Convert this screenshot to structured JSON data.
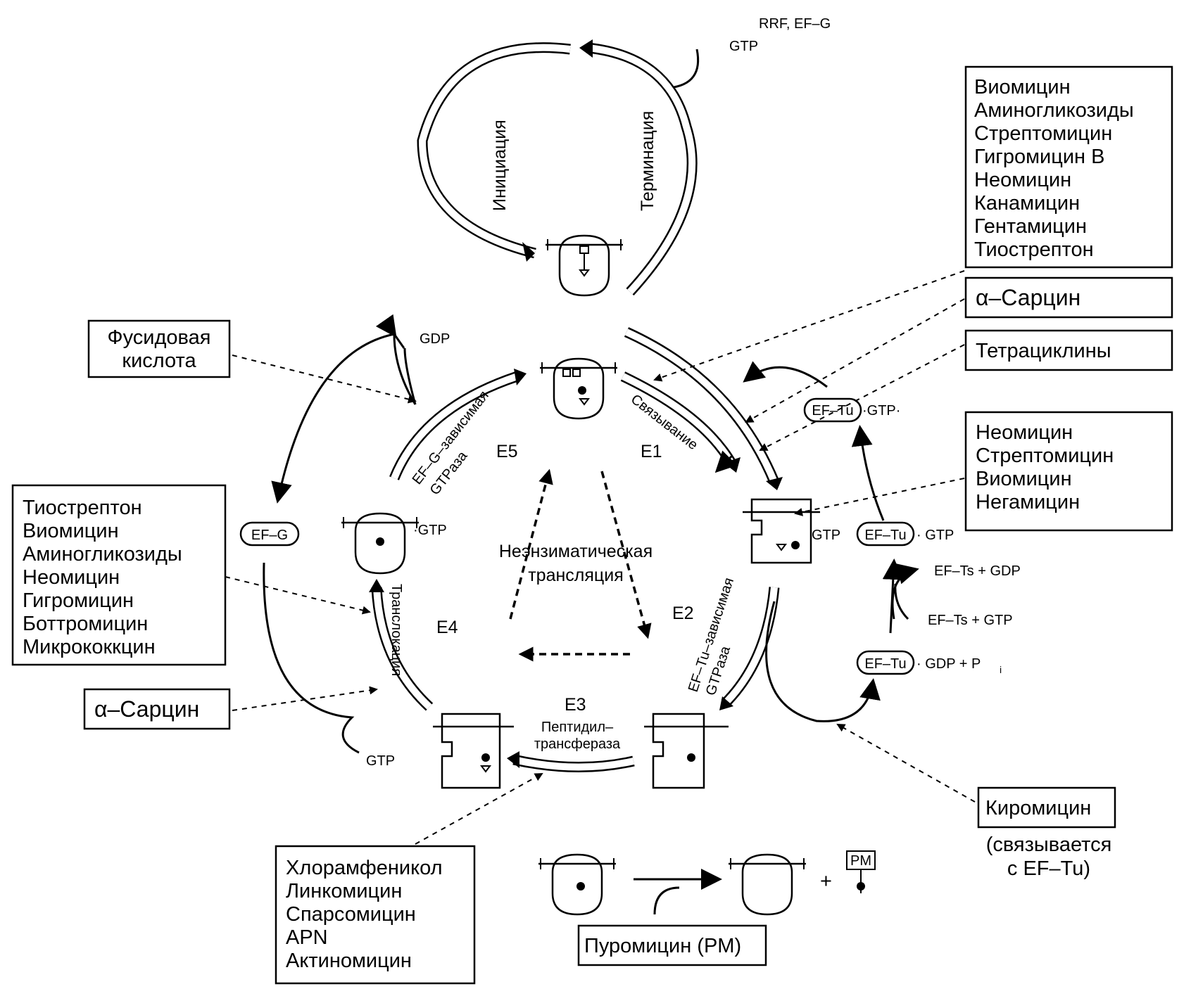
{
  "top": {
    "factors_line1": "RRF, EF–G",
    "factors_line2": "GTP",
    "initiation": "Инициация",
    "termination": "Терминация"
  },
  "boxes": {
    "a_site_drugs": [
      "Виомицин",
      "Аминогликозиды",
      "Стрептомицин",
      "Гигромицин В",
      "Неомицин",
      "Канамицин",
      "Гентамицин",
      "Тиострептон"
    ],
    "alpha_sarcin_right": "α–Сарцин",
    "tetracyclines": "Тетрациклины",
    "ef_tu_site_drugs": [
      "Неомицин",
      "Стрептомицин",
      "Виомицин",
      "Негамицин"
    ],
    "fusidic_acid": [
      "Фусидовая",
      "кислота"
    ],
    "translocation_drugs": [
      "Тиострептон",
      "Виомицин",
      "Аминогликозиды",
      "Неомицин",
      "Гигромицин",
      "Боттромицин",
      "Микрококкцин"
    ],
    "alpha_sarcin_left": "α–Сарцин",
    "peptidyl_drugs": [
      "Хлорамфеникол",
      "Линкомицин",
      "Спарсомицин",
      "APN",
      "Актиномицин"
    ],
    "kiromycin": "Киромицин",
    "kiromycin_note": [
      "(связывается",
      "с EF–Tu)"
    ],
    "puromycin": "Пуромицин (PM)"
  },
  "cycle": {
    "e1": "E1",
    "e2": "E2",
    "e3": "E3",
    "e4": "E4",
    "e5": "E5",
    "binding": "Связывание",
    "ef_tu_gtpase": [
      "EF–Tu–зависимая",
      "GTPаза"
    ],
    "peptidyl": [
      "Пептидил–",
      "трансфераза"
    ],
    "translocation": "Транслокация",
    "ef_g_gtpase": [
      "EF–G–зависимая",
      "GTPаза"
    ],
    "nonenzymatic": [
      "Неэнзиматическая",
      "трансляция"
    ]
  },
  "factors": {
    "gdp": "GDP",
    "gtp": "GTP",
    "ef_g": "EF–G",
    "ef_g_gtp": "·GTP",
    "ef_tu": "EF–Tu",
    "ef_tu_gtp_trna": "·GTP·",
    "gtp_right": "GTP",
    "ef_tu2": "EF–Tu",
    "gtp2": "· GTP",
    "ef_ts_gdp": "EF–Ts + GDP",
    "ef_ts_gtp": "EF–Ts + GTP",
    "ef_tu3": "EF–Tu",
    "gdp_pi": "· GDP + P",
    "pi_sub": "i",
    "pm": "PM",
    "plus": "+"
  }
}
